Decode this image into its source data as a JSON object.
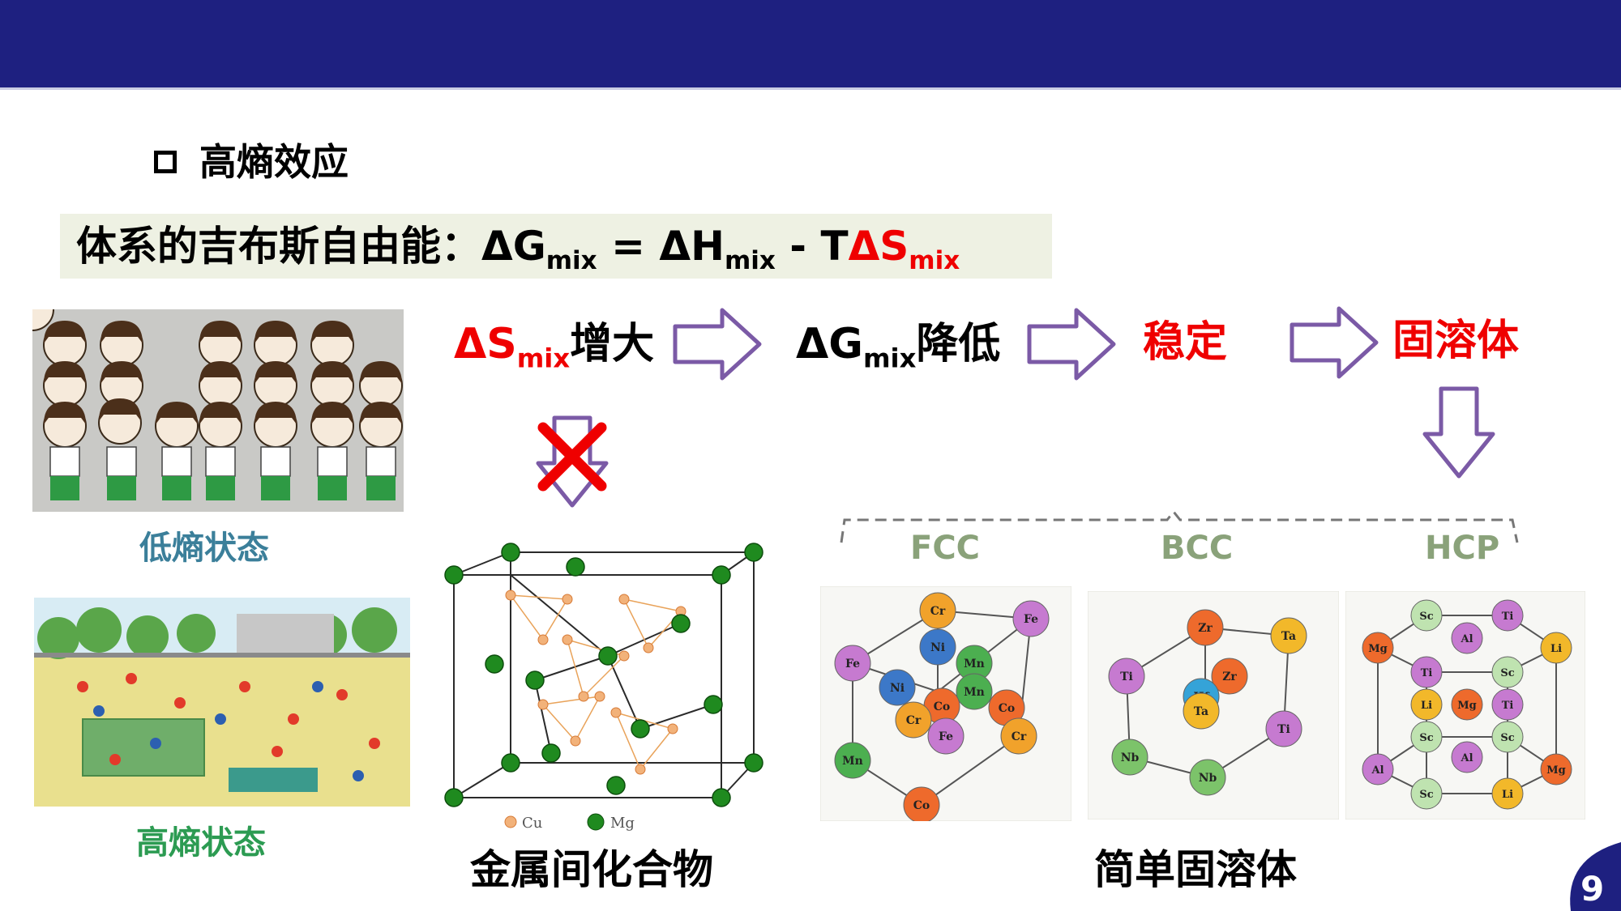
{
  "header": {
    "bar_color": "#1e2080"
  },
  "section": {
    "heading": "高熵效应"
  },
  "gibbs": {
    "prefix": "体系的吉布斯自由能：ΔG",
    "sub1": "mix",
    "mid1": " = ΔH",
    "sub2": "mix",
    "mid2": " - T",
    "red_symbol": "ΔS",
    "sub3": "mix"
  },
  "flow": {
    "step1_symbol": "ΔS",
    "step1_sub": "mix",
    "step1_text": "增大",
    "step2_symbol": "ΔG",
    "step2_sub": "mix",
    "step2_text": "降低",
    "step3": "稳定",
    "step4": "固溶体"
  },
  "captions": {
    "low_entropy": "低熵状态",
    "high_entropy": "高熵状态",
    "intermetallic": "金属间化合物",
    "solid_solution": "简单固溶体"
  },
  "lattices": {
    "fcc": "FCC",
    "bcc": "BCC",
    "hcp": "HCP",
    "legend_cu": "Cu",
    "legend_mg": "Mg",
    "fcc_atoms": [
      "Cr",
      "Fe",
      "Ni",
      "Mn",
      "Fe",
      "Ni",
      "Mn",
      "Co",
      "Cr",
      "Co",
      "Cr",
      "Fe",
      "Mn",
      "Co"
    ],
    "bcc_atoms": [
      "Zr",
      "Ta",
      "Ti",
      "Zr",
      "Hf",
      "Ta",
      "Ti",
      "Nb",
      "Nb"
    ],
    "hcp_atoms": [
      "Sc",
      "Ti",
      "Mg",
      "Al",
      "Li",
      "Ti",
      "Sc",
      "Li",
      "Mg",
      "Ti",
      "Sc",
      "Sc",
      "Al",
      "Al",
      "Mg",
      "Sc",
      "Li"
    ]
  },
  "colors": {
    "accent_red": "#ef0000",
    "arrow_purple": "#7b5aa6",
    "band": "#eef1e3"
  },
  "page": {
    "number": "9"
  }
}
